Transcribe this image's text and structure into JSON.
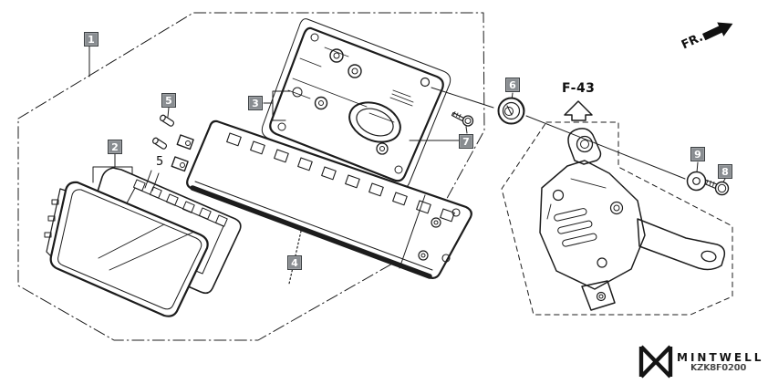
{
  "diagram": {
    "figure_ref": "F-43",
    "direction_label": "FR.",
    "loose_part_label": "5"
  },
  "callouts": {
    "c1": "1",
    "c2": "2",
    "c3": "3",
    "c4": "4",
    "c5": "5",
    "c6": "6",
    "c7": "7",
    "c8": "8",
    "c9": "9"
  },
  "branding": {
    "logo_text": "MINTWELL",
    "diagram_code": "KZK8F0200"
  },
  "colors": {
    "line": "#1c1c1c",
    "callout_bg": "#898d91",
    "callout_border": "#3c4043",
    "arrow_fill": "#111111",
    "background": "#ffffff"
  }
}
